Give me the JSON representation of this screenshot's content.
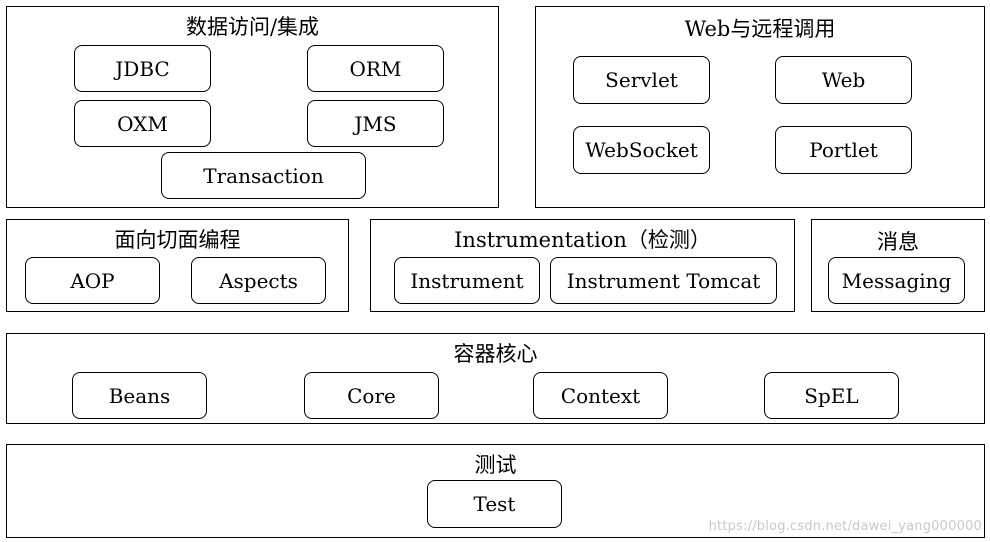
{
  "groups": {
    "data_access": {
      "title": "数据访问/集成",
      "modules": [
        "JDBC",
        "ORM",
        "OXM",
        "JMS",
        "Transaction"
      ]
    },
    "web_remoting": {
      "title": "Web与远程调用",
      "modules": [
        "Servlet",
        "Web",
        "WebSocket",
        "Portlet"
      ]
    },
    "aop": {
      "title": "面向切面编程",
      "modules": [
        "AOP",
        "Aspects"
      ]
    },
    "instrumentation": {
      "title": "Instrumentation（检测）",
      "modules": [
        "Instrument",
        "Instrument Tomcat"
      ]
    },
    "messaging": {
      "title": "消息",
      "modules": [
        "Messaging"
      ]
    },
    "core_container": {
      "title": "容器核心",
      "modules": [
        "Beans",
        "Core",
        "Context",
        "SpEL"
      ]
    },
    "test": {
      "title": "测试",
      "modules": [
        "Test"
      ]
    }
  },
  "watermark": "https://blog.csdn.net/dawei_yang000000"
}
